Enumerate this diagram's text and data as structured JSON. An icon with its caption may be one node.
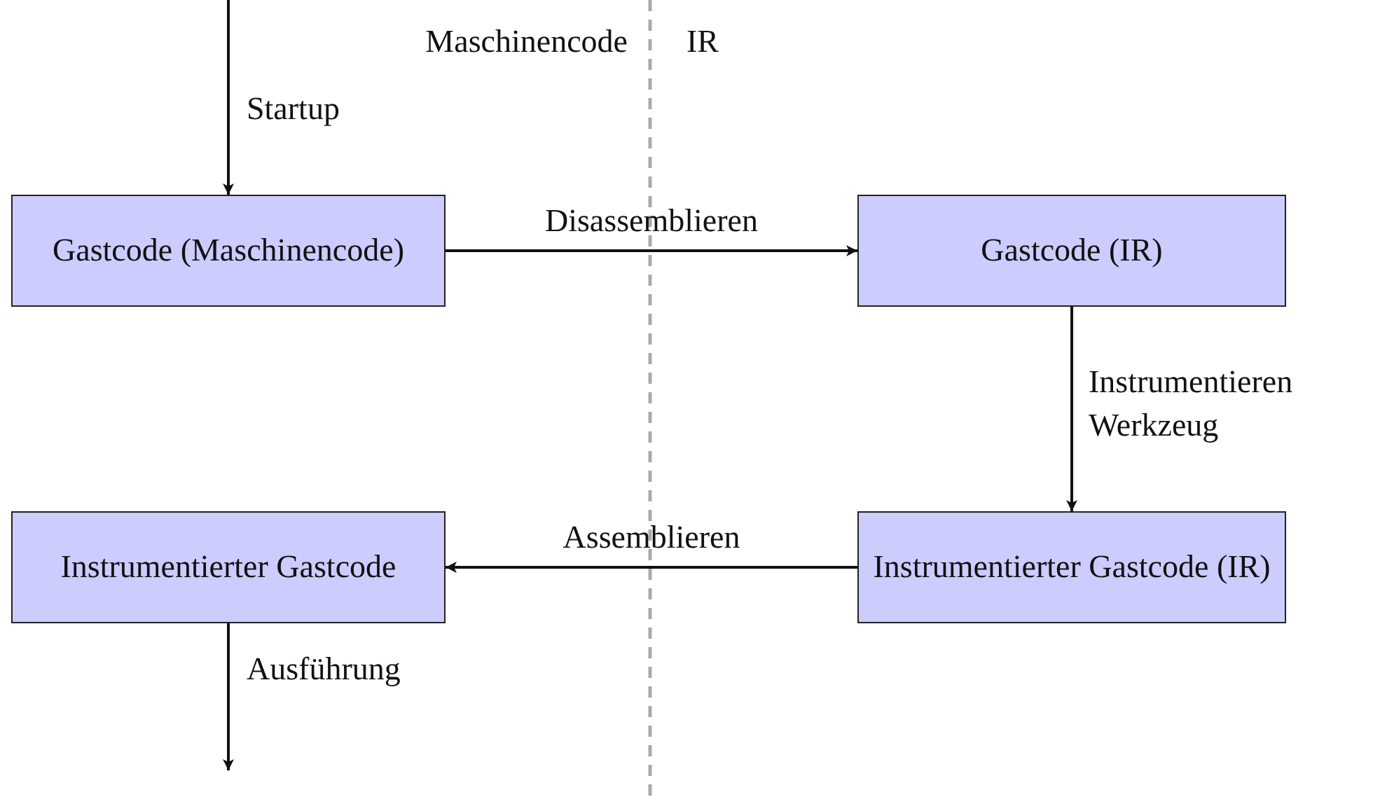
{
  "diagram": {
    "nodes": [
      {
        "text": [
          "Gastcode (Maschinencode)"
        ]
      },
      {
        "text": [
          "Gastcode (IR)"
        ]
      },
      {
        "text": [
          "Instrumentierter Gastcode (IR)"
        ]
      },
      {
        "text": [
          "Instrumentierter Gastcode"
        ]
      }
    ],
    "edges": [
      {
        "from": null,
        "to": 0,
        "arrow": "to",
        "label": "Startup"
      },
      {
        "from": 0,
        "to": 1,
        "arrow": "to",
        "label": "Disassemblieren"
      },
      {
        "from": 1,
        "to": 2,
        "arrow": "to",
        "label": "Instrumentieren Werkzeug"
      },
      {
        "from": 2,
        "to": 3,
        "arrow": "to",
        "label": "Assemblieren"
      },
      {
        "from": 3,
        "to": null,
        "arrow": "to",
        "label": "Ausführung"
      }
    ],
    "labels": [
      "Maschinencode",
      "IR"
    ]
  }
}
